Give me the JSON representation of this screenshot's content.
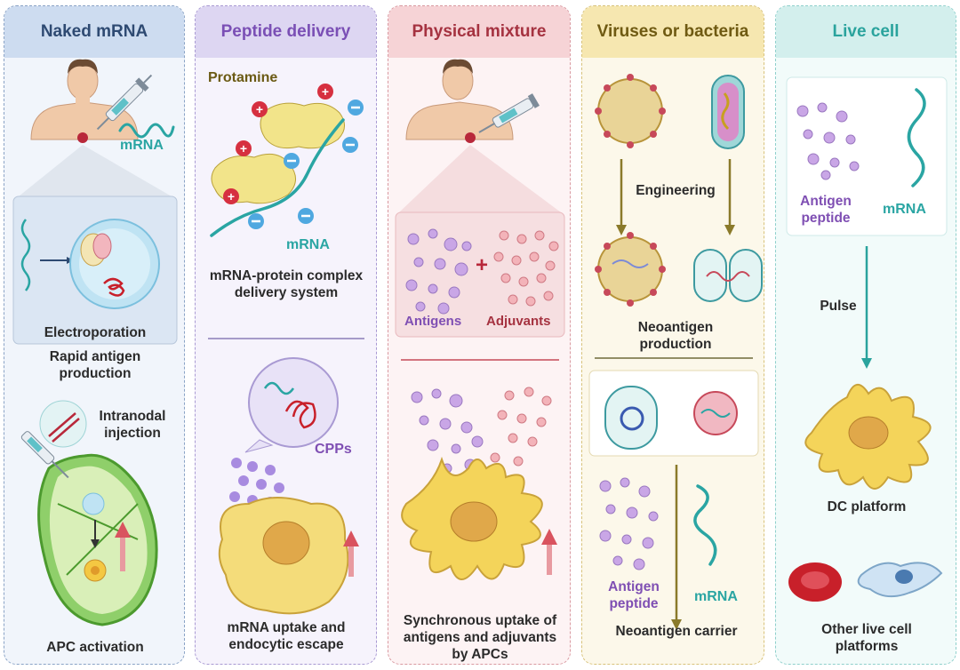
{
  "panels": [
    {
      "title": "Naked mRNA",
      "colors": {
        "border": "#8aa3c6",
        "head_bg": "#cddcf0",
        "body_bg": "#f1f5fb",
        "title": "#2e4a72"
      },
      "labels": {
        "mrna": "mRNA",
        "electroporation": "Electroporation",
        "rapid": "Rapid antigen production",
        "intranodal": "Intranodal injection",
        "apc": "APC activation"
      }
    },
    {
      "title": "Peptide delivery",
      "colors": {
        "border": "#a99ad3",
        "head_bg": "#ddd6f2",
        "body_bg": "#f6f3fc",
        "title": "#7a4fb5"
      },
      "labels": {
        "protamine": "Protamine",
        "mrna": "mRNA",
        "complex": "mRNA-protein complex delivery system",
        "cpps": "CPPs",
        "uptake": "mRNA uptake and endocytic escape"
      }
    },
    {
      "title": "Physical mixture",
      "colors": {
        "border": "#d99aa1",
        "head_bg": "#f6d3d6",
        "body_bg": "#fdf3f4",
        "title": "#a53240"
      },
      "labels": {
        "antigens": "Antigens",
        "plus": "+",
        "adjuvants": "Adjuvants",
        "sync": "Synchronous uptake of antigens and adjuvants by APCs"
      }
    },
    {
      "title": "Viruses or bacteria",
      "colors": {
        "border": "#d8c27a",
        "head_bg": "#f6e7b0",
        "body_bg": "#fcf8ea",
        "title": "#6f5a12"
      },
      "labels": {
        "engineering": "Engineering",
        "production": "Neoantigen production",
        "antigen_peptide": "Antigen peptide",
        "mrna": "mRNA",
        "carrier": "Neoantigen carrier"
      }
    },
    {
      "title": "Live cell",
      "colors": {
        "border": "#8fd0cc",
        "head_bg": "#d3efed",
        "body_bg": "#f2fbfa",
        "title": "#2aa39d"
      },
      "labels": {
        "antigen_peptide": "Antigen peptide",
        "mrna": "mRNA",
        "pulse": "Pulse",
        "dc": "DC platform",
        "other": "Other live cell platforms"
      }
    }
  ]
}
